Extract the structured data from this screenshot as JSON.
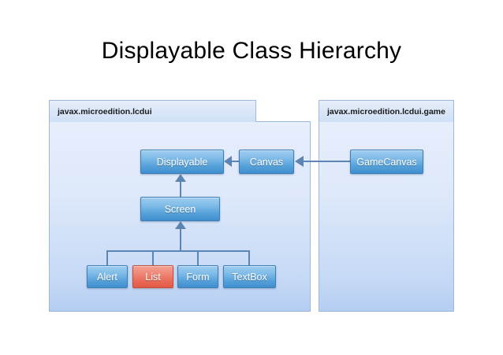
{
  "slide": {
    "title": "Displayable Class Hierarchy",
    "background": "#ffffff"
  },
  "colors": {
    "panel_fill_top": "#e7eefc",
    "panel_fill_bottom": "#b4cdf2",
    "panel_border": "#9fb8d8",
    "class_blue_top": "#9fcdee",
    "class_blue_bottom": "#3f8fce",
    "class_red_top": "#f3a193",
    "class_red_bottom": "#e45a48",
    "connector": "#5b86b3",
    "class_label": "#ffffff",
    "title_text": "#000000"
  },
  "packages": [
    {
      "id": "lcdui",
      "label": "javax.microedition.lcdui"
    },
    {
      "id": "lcdui-game",
      "label": "javax.microedition.lcdui.game"
    }
  ],
  "classes": [
    {
      "id": "displayable",
      "label": "Displayable",
      "package": "lcdui",
      "style": "blue",
      "highlighted": false
    },
    {
      "id": "canvas",
      "label": "Canvas",
      "package": "lcdui",
      "style": "blue",
      "highlighted": false
    },
    {
      "id": "gamecanvas",
      "label": "GameCanvas",
      "package": "lcdui-game",
      "style": "blue",
      "highlighted": false
    },
    {
      "id": "screen",
      "label": "Screen",
      "package": "lcdui",
      "style": "blue",
      "highlighted": false
    },
    {
      "id": "alert",
      "label": "Alert",
      "package": "lcdui",
      "style": "blue",
      "highlighted": false
    },
    {
      "id": "list",
      "label": "List",
      "package": "lcdui",
      "style": "red",
      "highlighted": true
    },
    {
      "id": "form",
      "label": "Form",
      "package": "lcdui",
      "style": "blue",
      "highlighted": false
    },
    {
      "id": "textbox",
      "label": "TextBox",
      "package": "lcdui",
      "style": "blue",
      "highlighted": false
    }
  ],
  "relations": [
    {
      "from": "screen",
      "to": "displayable",
      "type": "generalization",
      "direction": "up"
    },
    {
      "from": "canvas",
      "to": "displayable",
      "type": "generalization",
      "direction": "left"
    },
    {
      "from": "gamecanvas",
      "to": "canvas",
      "type": "generalization",
      "direction": "left"
    },
    {
      "from": "alert",
      "to": "screen",
      "type": "generalization",
      "direction": "up"
    },
    {
      "from": "list",
      "to": "screen",
      "type": "generalization",
      "direction": "up"
    },
    {
      "from": "form",
      "to": "screen",
      "type": "generalization",
      "direction": "up"
    },
    {
      "from": "textbox",
      "to": "screen",
      "type": "generalization",
      "direction": "up"
    }
  ]
}
